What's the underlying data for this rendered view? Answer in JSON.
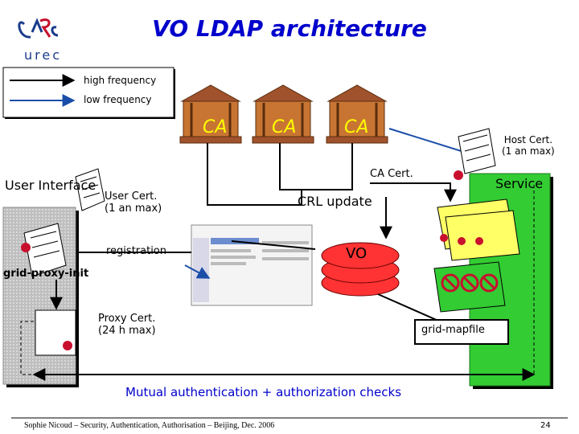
{
  "title": "VO LDAP architecture",
  "logo": {
    "text": "urec",
    "letters": "CNRS"
  },
  "legend": {
    "high": "high frequency",
    "low": "low frequency"
  },
  "ca_labels": [
    "CA",
    "CA",
    "CA"
  ],
  "labels": {
    "user_interface": "User Interface",
    "user_cert": "User Cert.\n(1 an max)",
    "registration": "registration",
    "grid_proxy_init": "grid-proxy-init",
    "proxy_cert": "Proxy Cert.\n(24 h max)",
    "ca_cert": "CA Cert.",
    "crl_update": "CRL update",
    "host_cert": "Host Cert.\n(1 an max)",
    "service": "Service",
    "vo": "VO",
    "grid_mapfile": "grid-mapfile",
    "mutual_auth": "Mutual authentication + authorization checks"
  },
  "footer": {
    "text": "Sophie Nicoud – Security, Authentication, Authorisation – Beijing, Dec. 2006",
    "page": "24"
  },
  "colors": {
    "accent": "#0000cc",
    "green": "#33cc33",
    "yellow": "#ffff66",
    "ca_text": "#ffff00",
    "vo_red": "#ff3333"
  }
}
